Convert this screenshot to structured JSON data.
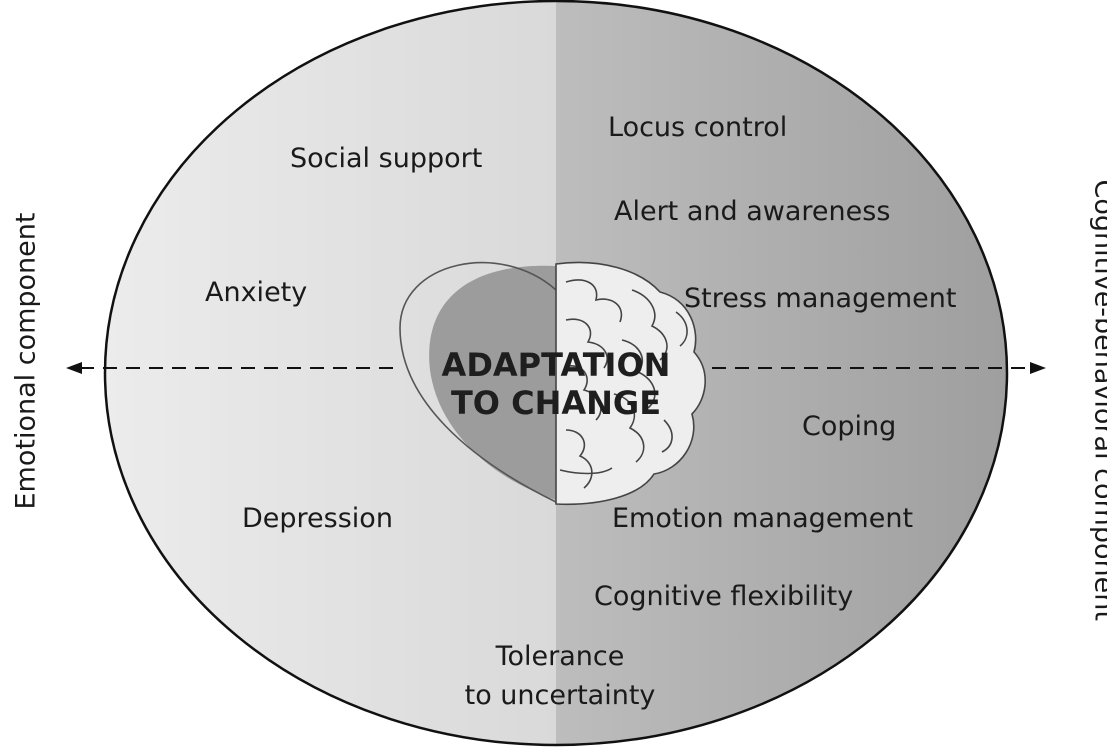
{
  "center": {
    "line1": "ADAPTATION",
    "line2": "TO CHANGE"
  },
  "axis": {
    "left_label": "Emotional component",
    "right_label": "Cognitive-behavioral component"
  },
  "emotional_items": {
    "social_support": "Social support",
    "anxiety": "Anxiety",
    "depression": "Depression"
  },
  "cognitive_items": {
    "locus_control": "Locus control",
    "alert_awareness": "Alert and awareness",
    "stress_management": "Stress management",
    "coping": "Coping",
    "emotion_management": "Emotion management",
    "cognitive_flexibility": "Cognitive flexibility"
  },
  "shared_item": {
    "line1": "Tolerance",
    "line2": "to uncertainty"
  },
  "colors": {
    "left_half": "#e0e0e0",
    "right_half": "#a9a9a9",
    "heart": "#9a9a9a",
    "brain": "#eeeeee"
  },
  "icons": [
    "heart-icon",
    "brain-icon",
    "arrow-left-icon",
    "arrow-right-icon"
  ]
}
